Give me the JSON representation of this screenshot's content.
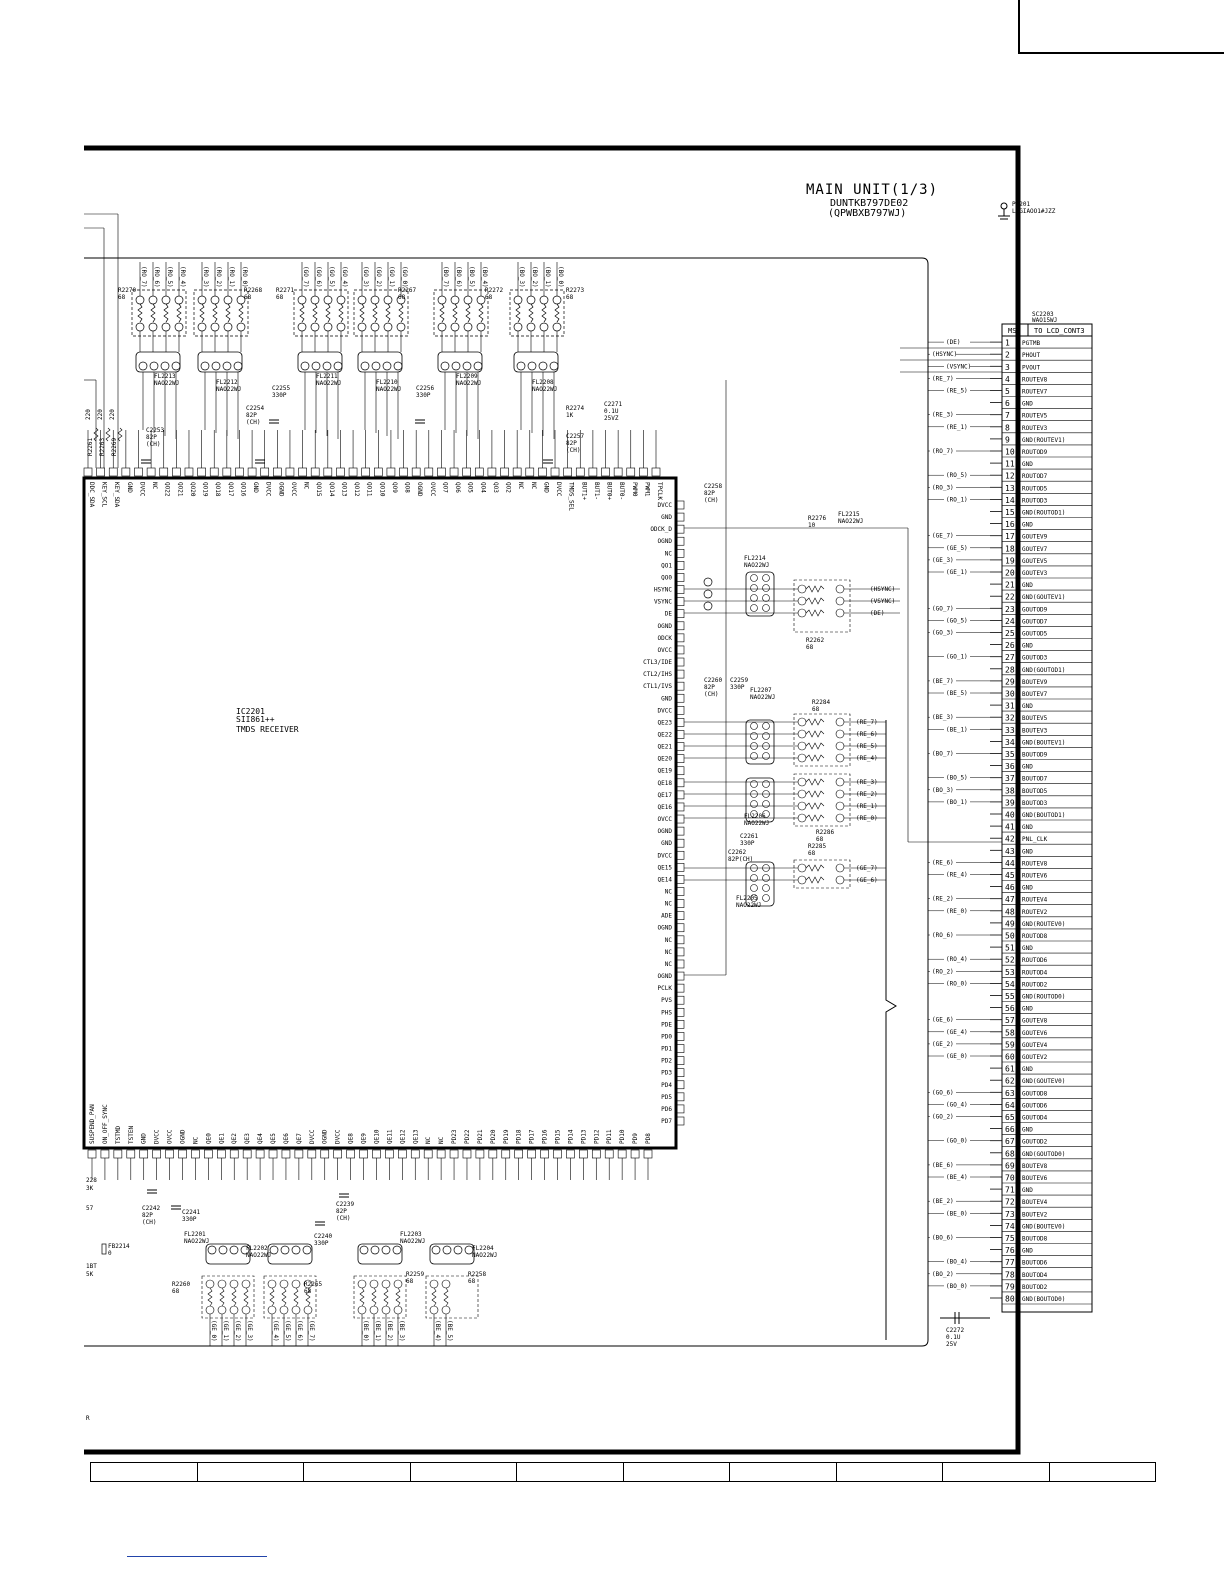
{
  "header": {
    "title": "MAIN UNIT(1/3)",
    "model": "DUNTKB797DE02",
    "pwb": "(QPWBXB797WJ)"
  },
  "chip": {
    "ref": "IC2201",
    "part": "SII861++",
    "desc": "TMDS RECEIVER",
    "top_pins": [
      "DDC_SDA",
      "KEY_SCL",
      "KEY_SDA",
      "GND",
      "DVCC",
      "NC",
      "QO22",
      "QO21",
      "QO20",
      "QO19",
      "QO18",
      "QO17",
      "QO16",
      "GND",
      "DVCC",
      "OGND",
      "OVCC",
      "NC",
      "QO15",
      "QO14",
      "QO13",
      "QO12",
      "QO11",
      "QO10",
      "QO9",
      "QO8",
      "OGND",
      "OVCC",
      "QO7",
      "QO6",
      "QO5",
      "QO4",
      "QO3",
      "QO2",
      "NC",
      "NC",
      "GND",
      "DVCC",
      "TMDS_SEL",
      "BUT1+",
      "BUT1-",
      "BUT0+",
      "BUT0-",
      "PWM0",
      "PWM1",
      "TPCLK"
    ],
    "right_pins": [
      "DVCC",
      "GND",
      "ODCK_D",
      "OGND",
      "NC",
      "QO1",
      "QO0",
      "HSYNC",
      "VSYNC",
      "DE",
      "OGND",
      "ODCK",
      "OVCC",
      "CTL3/IDE",
      "CTL2/IHS",
      "CTL1/IVS",
      "GND",
      "DVCC",
      "QE23",
      "QE22",
      "QE21",
      "QE20",
      "QE19",
      "QE18",
      "QE17",
      "QE16",
      "OVCC",
      "OGND",
      "GND",
      "DVCC",
      "QE15",
      "QE14",
      "NC",
      "NC",
      "ADE",
      "OGND",
      "NC",
      "NC",
      "NC",
      "OGND",
      "PCLK",
      "PVS",
      "PHS",
      "PDE",
      "PD0",
      "PD1",
      "PD2",
      "PD3",
      "PD4",
      "PD5",
      "PD6",
      "PD7"
    ],
    "bottom_pins": [
      "SUSPEND_PAN",
      "ON_OFF_SYNC",
      "TSTMD",
      "TSTEN",
      "GND",
      "DVCC",
      "OVCC",
      "OGND",
      "NC",
      "QE0",
      "QE1",
      "QE2",
      "QE3",
      "QE4",
      "QE5",
      "QE6",
      "QE7",
      "DVCC",
      "OGND",
      "DVCC",
      "QE8",
      "QE9",
      "QE10",
      "QE11",
      "QE12",
      "QE13",
      "NC",
      "NC",
      "PD23",
      "PD22",
      "PD21",
      "PD20",
      "PD19",
      "PD18",
      "PD17",
      "PD16",
      "PD15",
      "PD14",
      "PD13",
      "PD12",
      "PD11",
      "PD10",
      "PD9",
      "PD8"
    ]
  },
  "connector": {
    "ref": "SC2203",
    "part": "WAO15WJ",
    "col_headers": [
      "MSC",
      "TO LCD_CONT3"
    ],
    "pins": [
      "PGTMB",
      "PHOUT",
      "PVOUT",
      "ROUTEV8",
      "ROUTEV7",
      "GND",
      "ROUTEV5",
      "ROUTEV3",
      "GND(ROUTEV1)",
      "ROUTOD9",
      "GND",
      "ROUTOD7",
      "ROUTOD5",
      "ROUTOD3",
      "GND(ROUTOD1)",
      "GND",
      "GOUTEV9",
      "GOUTEV7",
      "GOUTEV5",
      "GOUTEV3",
      "GND",
      "GND(GOUTEV1)",
      "GOUTOD9",
      "GOUTOD7",
      "GOUTOD5",
      "GND",
      "GOUTOD3",
      "GND(GOUTOD1)",
      "BOUTEV9",
      "BOUTEV7",
      "GND",
      "BOUTEV5",
      "BOUTEV3",
      "GND(BOUTEV1)",
      "BOUTOD9",
      "GND",
      "BOUTOD7",
      "BOUTOD5",
      "BOUTOD3",
      "GND(BOUTOD1)",
      "GND",
      "PNL_CLK",
      "GND",
      "ROUTEV8",
      "ROUTEV6",
      "GND",
      "ROUTEV4",
      "ROUTEV2",
      "GND(ROUTEV0)",
      "ROUTOD8",
      "GND",
      "ROUTOD6",
      "ROUTOD4",
      "ROUTOD2",
      "GND(ROUTOD0)",
      "GND",
      "GOUTEV8",
      "GOUTEV6",
      "GOUTEV4",
      "GOUTEV2",
      "GND",
      "GND(GOUTEV0)",
      "GOUTOD8",
      "GOUTOD6",
      "GOUTOD4",
      "GND",
      "GOUTOD2",
      "GND(GOUTOD0)",
      "BOUTEV8",
      "BOUTEV6",
      "GND",
      "BOUTEV4",
      "BOUTEV2",
      "GND(BOUTEV0)",
      "BOUTOD8",
      "GND",
      "BOUTOD6",
      "BOUTOD4",
      "BOUTOD2",
      "GND(BOUTOD0)"
    ]
  },
  "p2201": {
    "ref": "P2201",
    "part": "LUGIAOO1#JZZ"
  },
  "top_filters": [
    {
      "ref": "FL2213",
      "part": "NAO22WJ"
    },
    {
      "ref": "FL2212",
      "part": "NAO22WJ"
    },
    {
      "ref": "FL2211",
      "part": "NAO22WJ"
    },
    {
      "ref": "FL2210",
      "part": "NAO22WJ"
    },
    {
      "ref": "FL2209",
      "part": "NAO22WJ"
    },
    {
      "ref": "FL2208",
      "part": "NAO22WJ"
    }
  ],
  "top_resistors": [
    {
      "ref": "R2270",
      "val": "68"
    },
    {
      "ref": "R2268",
      "val": "68"
    },
    {
      "ref": "R2271",
      "val": "68"
    },
    {
      "ref": "R2267",
      "val": "68"
    },
    {
      "ref": "R2272",
      "val": "68"
    },
    {
      "ref": "R2273",
      "val": "68"
    }
  ],
  "top_buses": [
    [
      "(RO_7)",
      "(RO_6)",
      "(RO_5)",
      "(RO_4)"
    ],
    [
      "(RO_3)",
      "(RO_2)",
      "(RO_1)",
      "(RO_0)"
    ],
    [
      "(GO_7)",
      "(GO_6)",
      "(GO_5)",
      "(GO_4)"
    ],
    [
      "(GO_3)",
      "(GO_2)",
      "(GO_1)",
      "(GO_0)"
    ],
    [
      "(BO_7)",
      "(BO_6)",
      "(BO_5)",
      "(BO_4)"
    ],
    [
      "(BO_3)",
      "(BO_2)",
      "(BO_1)",
      "(BO_0)"
    ]
  ],
  "misc_components": [
    {
      "ref": "C2255",
      "val": "330P"
    },
    {
      "ref": "C2254",
      "val": "82P",
      "extra": "(CH)"
    },
    {
      "ref": "C2256",
      "val": "330P"
    },
    {
      "ref": "R2274",
      "val": "1K"
    },
    {
      "ref": "C2271",
      "val": "0.1U",
      "extra": "25VZ"
    },
    {
      "ref": "C2257",
      "val": "82P",
      "extra": "(CH)"
    },
    {
      "ref": "C2253",
      "val": "82P",
      "extra": "(CH)"
    },
    {
      "ref": "C2258",
      "val": "82P",
      "extra": "(CH)"
    },
    {
      "ref": "R2276",
      "val": "10"
    },
    {
      "ref": "FL2215",
      "val": "NAO22WJ"
    },
    {
      "ref": "FL2214",
      "val": "NAO22WJ"
    },
    {
      "ref": "R2262",
      "val": "68"
    },
    {
      "ref": "C2260",
      "val": "82P",
      "extra": "(CH)"
    },
    {
      "ref": "C2259",
      "val": "330P"
    },
    {
      "ref": "FL2207",
      "val": "NAO22WJ"
    },
    {
      "ref": "R2284",
      "val": "68"
    },
    {
      "ref": "FL2206",
      "val": "NAO22WJ"
    },
    {
      "ref": "R2286",
      "val": "68"
    },
    {
      "ref": "C2261",
      "val": "330P"
    },
    {
      "ref": "C2262",
      "val": "82P(CH)"
    },
    {
      "ref": "R2285",
      "val": "68"
    },
    {
      "ref": "FL2205",
      "val": "NAO22WJ"
    },
    {
      "ref": "C2272",
      "val": "0.1U",
      "extra": "25V"
    }
  ],
  "sync_labels": [
    "(HSYNC)",
    "(VSYNC)",
    "(DE)"
  ],
  "left_side_labels": [
    "(DE)",
    "(HSYNC)",
    "(VSYNC)"
  ],
  "re_labels_a": [
    "(RE_7)",
    "(RE_6)",
    "(RE_5)",
    "(RE_4)"
  ],
  "re_labels_b": [
    "(RE_3)",
    "(RE_2)",
    "(RE_1)",
    "(RE_0)"
  ],
  "ge_labels": [
    "(GE_7)",
    "(GE_6)"
  ],
  "bottom_filters": [
    {
      "ref": "FL2201",
      "part": "NAO22WJ"
    },
    {
      "ref": "FL2202",
      "part": "NAO22WJ"
    },
    {
      "ref": "FL2203",
      "part": "NAO22WJ"
    },
    {
      "ref": "FL2204",
      "part": "NAO22WJ"
    }
  ],
  "bottom_components": [
    {
      "ref": "C2242",
      "val": "82P",
      "extra": "(CH)"
    },
    {
      "ref": "C2241",
      "val": "330P"
    },
    {
      "ref": "C2239",
      "val": "82P",
      "extra": "(CH)"
    },
    {
      "ref": "C2240",
      "val": "330P"
    },
    {
      "ref": "R2260",
      "val": "68"
    },
    {
      "ref": "R2265",
      "val": "68"
    },
    {
      "ref": "R2259",
      "val": "68"
    },
    {
      "ref": "R2258",
      "val": "68"
    },
    {
      "ref": "FB2214",
      "val": "0"
    }
  ],
  "bottom_buses": [
    [
      "(GE_0)",
      "(GE_1)",
      "(GE_2)",
      "(GE_3)"
    ],
    [
      "(GE_4)",
      "(GE_5)",
      "(GE_6)",
      "(GE_7)"
    ],
    [
      "(BE_0)",
      "(BE_1)",
      "(BE_2)",
      "(BE_3)"
    ],
    [
      "(BE_4)",
      "(BE_5)"
    ]
  ],
  "left_values": [
    "220",
    "220",
    "220"
  ],
  "left_refs": [
    "R2261",
    "R2263",
    "R2269"
  ],
  "left_edge": [
    "228",
    "3K",
    "57",
    "1BT",
    "5K",
    "R"
  ],
  "net_labels_left": [
    "(DE)",
    "(HSYNC)",
    "(VSYNC)",
    "(RE_7)",
    "(RE_5)",
    "(RE_3)",
    "(RE_1)",
    "(RO_7)",
    "(RO_5)",
    "(RO_3)",
    "(RO_1)",
    "(GE_7)",
    "(GE_5)",
    "(GE_3)",
    "(GE_1)",
    "(GO_7)",
    "(GO_5)",
    "(GO_3)",
    "(GO_1)",
    "(BE_7)",
    "(BE_5)",
    "(BE_3)",
    "(BE_1)",
    "(BO_7)",
    "(BO_5)",
    "(BO_3)",
    "(BO_1)",
    "(RE_6)",
    "(RE_4)",
    "(RE_2)",
    "(RE_0)",
    "(RO_6)",
    "(RO_4)",
    "(RO_2)",
    "(RO_0)",
    "(GE_6)",
    "(GE_4)",
    "(GE_2)",
    "(GE_0)",
    "(GO_6)",
    "(GO_4)",
    "(GO_2)",
    "(GO_0)",
    "(BE_6)",
    "(BE_4)",
    "(BE_2)",
    "(BE_0)",
    "(BO_6)",
    "(BO_4)",
    "(BO_2)",
    "(BO_0)"
  ]
}
